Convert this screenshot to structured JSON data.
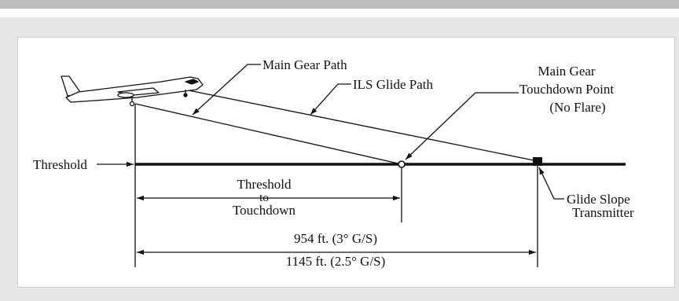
{
  "labels": {
    "main_gear_path": "Main Gear Path",
    "ils_glide_path": "ILS Glide Path",
    "main_gear_td_line1": "Main Gear",
    "main_gear_td_line2": "Touchdown Point",
    "main_gear_td_line3": "(No Flare)",
    "threshold": "Threshold",
    "thr_to_td_line1": "Threshold",
    "thr_to_td_line2": "to",
    "thr_to_td_line3": "Touchdown",
    "gs_tx_line1": "Glide Slope",
    "gs_tx_line2": "Transmitter",
    "dist_3deg": "954 ft. (3° G/S)",
    "dist_25deg": "1145 ft. (2.5° G/S)"
  },
  "colors": {
    "ink": "#111111",
    "panel": "#e6e6e6",
    "top_rule": "#bdbdbd"
  }
}
